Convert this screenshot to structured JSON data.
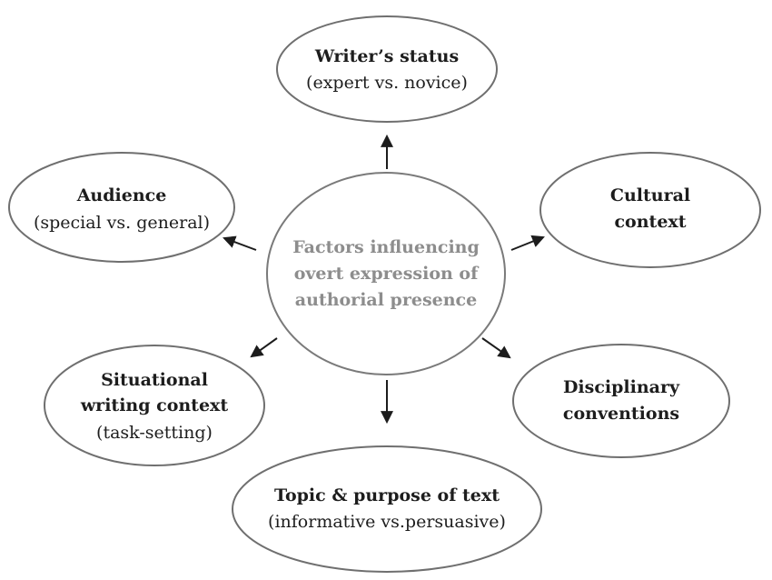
{
  "center": {
    "lines": [
      "Factors influencing",
      "overt expression of",
      "authorial presence"
    ]
  },
  "nodes": {
    "writers_status": {
      "title": "Writer’s status",
      "subtitle": "(expert vs. novice)"
    },
    "audience": {
      "title": "Audience",
      "subtitle": "(special vs. general)"
    },
    "cultural_context": {
      "title_lines": [
        "Cultural",
        "context"
      ]
    },
    "situational_writing_context": {
      "title_lines": [
        "Situational",
        "writing context"
      ],
      "subtitle": "(task-setting)"
    },
    "disciplinary_conventions": {
      "title_lines": [
        "Disciplinary",
        "conventions"
      ]
    },
    "topic_purpose": {
      "title": "Topic & purpose of text",
      "subtitle": "(informative vs.persuasive)"
    }
  },
  "colors": {
    "outline": "#6f6f6f",
    "center_text": "#8d8d8d",
    "text": "#1d1d1d",
    "arrow": "#1c1c1c"
  }
}
